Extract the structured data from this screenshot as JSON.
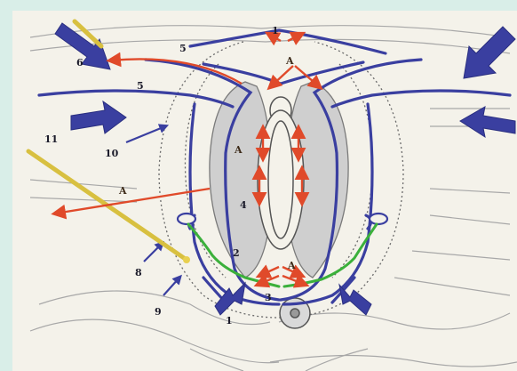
{
  "labels": {
    "n1_bottom": "1",
    "n1_top": "1",
    "n2": "2",
    "n3": "3",
    "n4": "4",
    "n5a": "5",
    "n5b": "5",
    "n6": "6",
    "n8": "8",
    "n9": "9",
    "n10": "10",
    "n11": "11",
    "a_top": "A",
    "a_mid": "A",
    "a_left": "A",
    "a_bottom": "A"
  },
  "colors": {
    "background_border": "#d9eee8",
    "paper": "#f4f2ea",
    "line_art": "#8a8a8a",
    "blue_vessels": "#3a3fa0",
    "red_arrows": "#e04a2a",
    "green_vessels": "#3bb03b",
    "yellow_needle": "#d8c040",
    "gray_fill": "#cfcfcf"
  }
}
